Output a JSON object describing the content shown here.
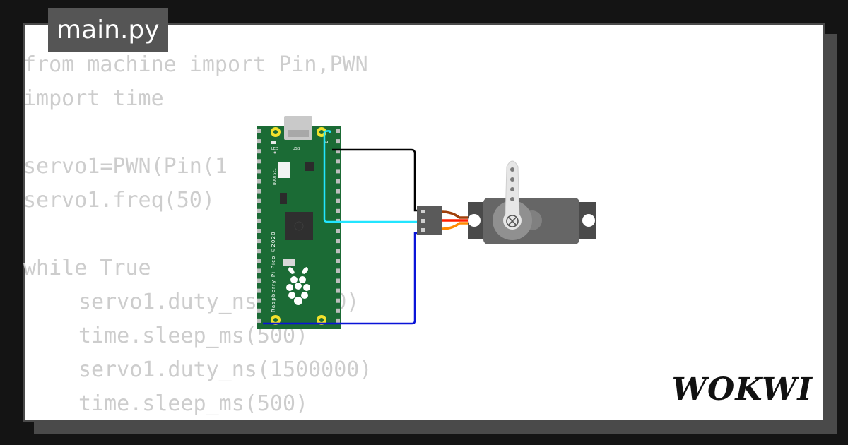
{
  "editor": {
    "filename": "main.py",
    "code_lines": [
      "from machine import Pin,PWN",
      "import time",
      "",
      "servo1=PWN(Pin(1",
      "servo1.freq(50)",
      "",
      "while True",
      "servo1.duty_ns(500000)",
      "time.sleep_ms(500)",
      "servo1.duty_ns(1500000)",
      "time.sleep_ms(500)"
    ]
  },
  "board": {
    "labels": {
      "led": "LED",
      "usb": "USB",
      "bootsel": "BOOTSEL",
      "name": "Raspberry Pi Pico ©2020",
      "pin_left": "1",
      "pin_right": "39"
    }
  },
  "brand": {
    "logo_text": "WOKWI"
  },
  "colors": {
    "board_green": "#1b6b35",
    "pad_yellow": "#f1e12c",
    "wire_black": "#000000",
    "wire_cyan": "#22e5ff",
    "wire_blue": "#0a14d8",
    "servo_body": "#666666",
    "servo_wire_brown": "#a0400a",
    "servo_wire_red": "#ff2000",
    "servo_wire_orange": "#ff8a00"
  }
}
